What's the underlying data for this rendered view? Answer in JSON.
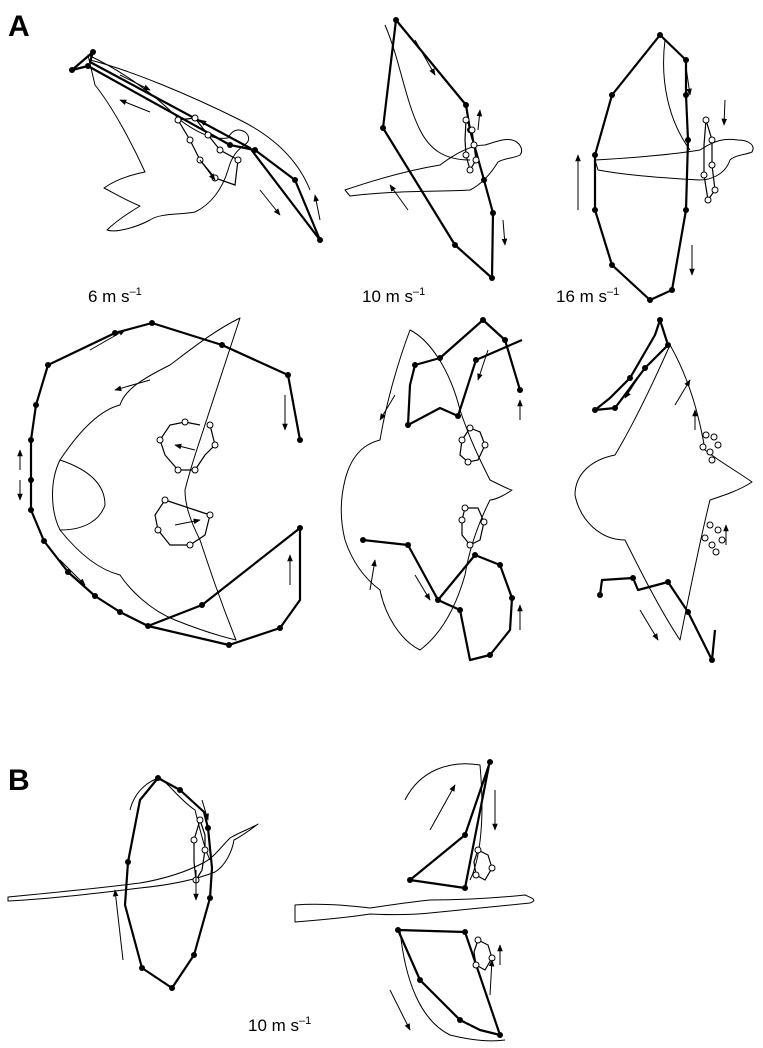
{
  "figure": {
    "panels": [
      {
        "letter": "A",
        "speed_labels": [
          {
            "value": "6 m s",
            "exp": "–1"
          },
          {
            "value": "10 m s",
            "exp": "–1"
          },
          {
            "value": "16 m s",
            "exp": "–1"
          }
        ]
      },
      {
        "letter": "B",
        "speed_labels": [
          {
            "value": "10 m s",
            "exp": "–1"
          }
        ]
      }
    ]
  }
}
